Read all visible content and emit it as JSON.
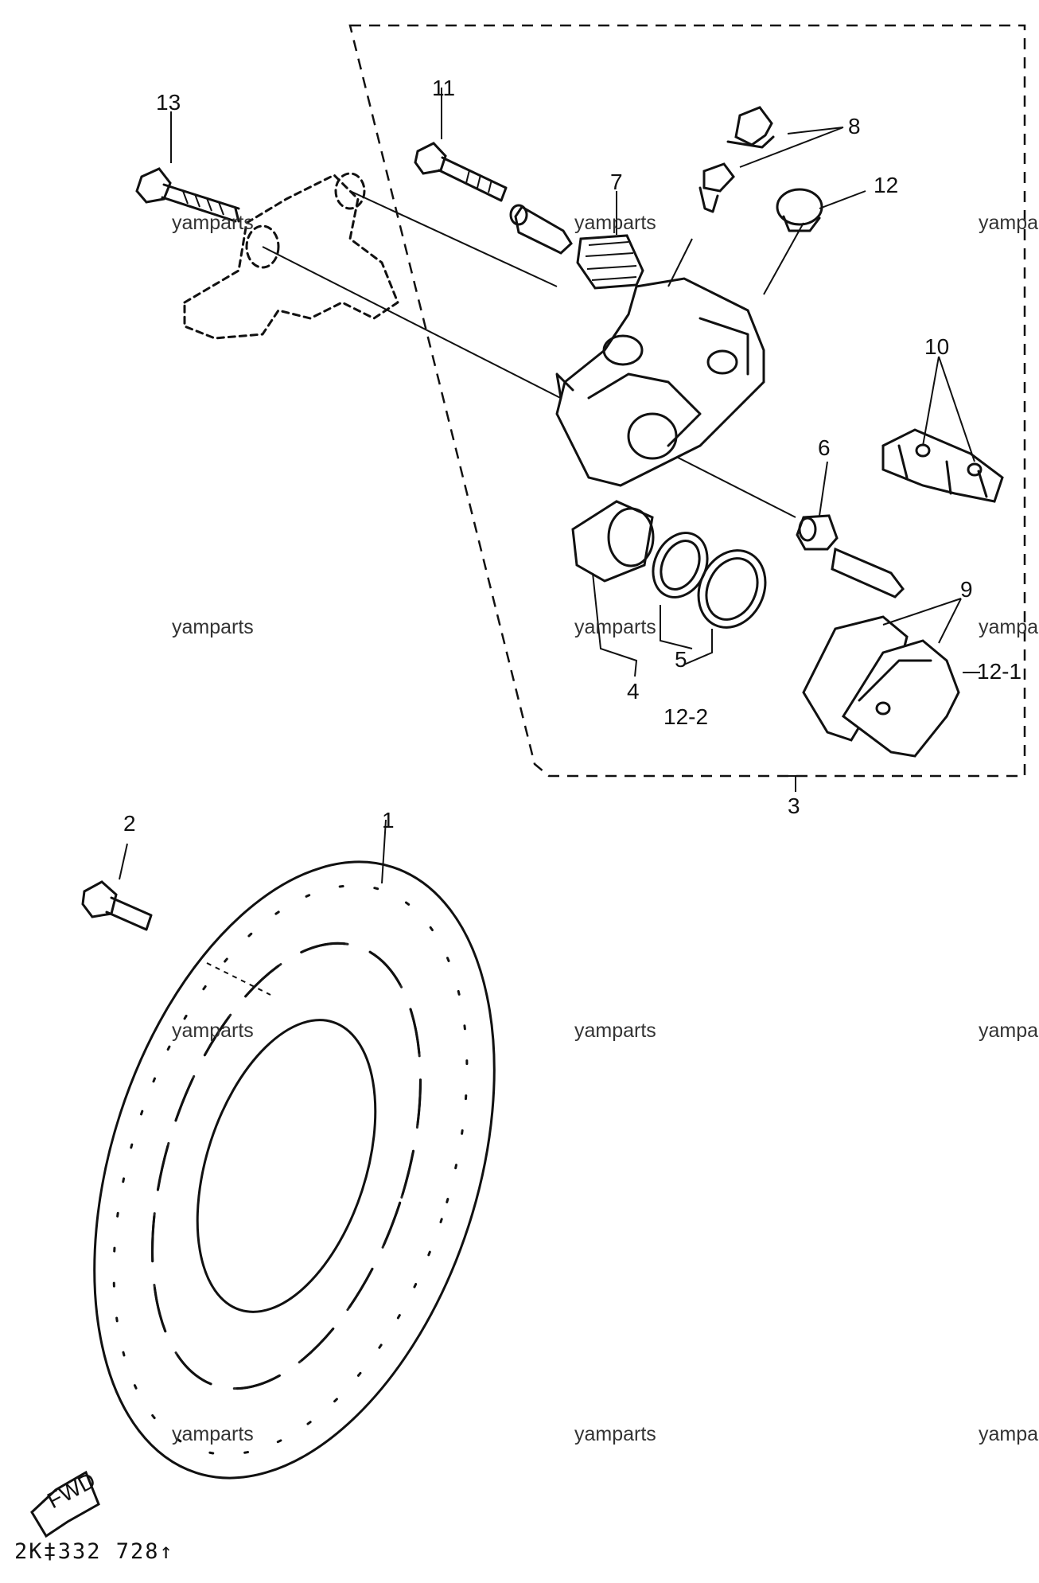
{
  "diagram": {
    "callouts": {
      "c1": "1",
      "c2": "2",
      "c3": "3",
      "c4": "4",
      "c5": "5",
      "c6": "6",
      "c7": "7",
      "c8": "8",
      "c9": "9",
      "c10": "10",
      "c11": "11",
      "c12": "12",
      "c12_1": "12-1",
      "c12_2": "12-2",
      "c13": "13"
    },
    "watermark": "yamparts",
    "drawing_code": "2K‡332 728↑",
    "fwd_label": "FWD"
  }
}
